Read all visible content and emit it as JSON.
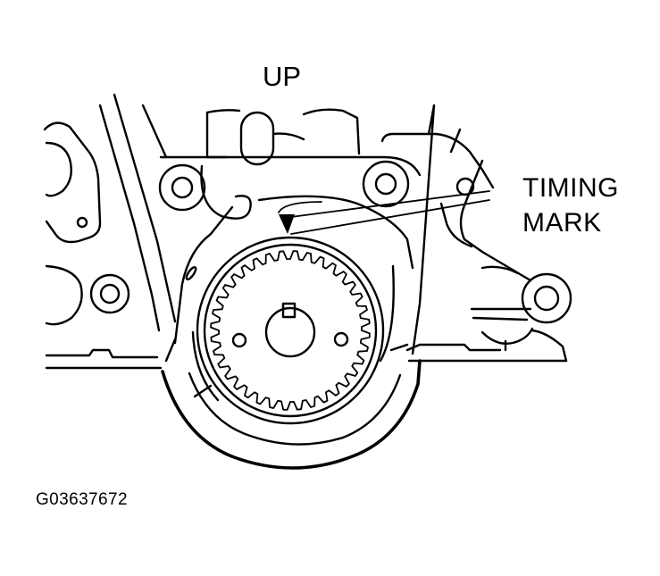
{
  "labels": {
    "up": "UP",
    "timing_line1": "TIMING",
    "timing_line2": "MARK",
    "figure_id": "G03637672"
  },
  "sprocket": {
    "teeth": 36
  },
  "colors": {
    "ink": "#000000",
    "paper": "#ffffff"
  }
}
